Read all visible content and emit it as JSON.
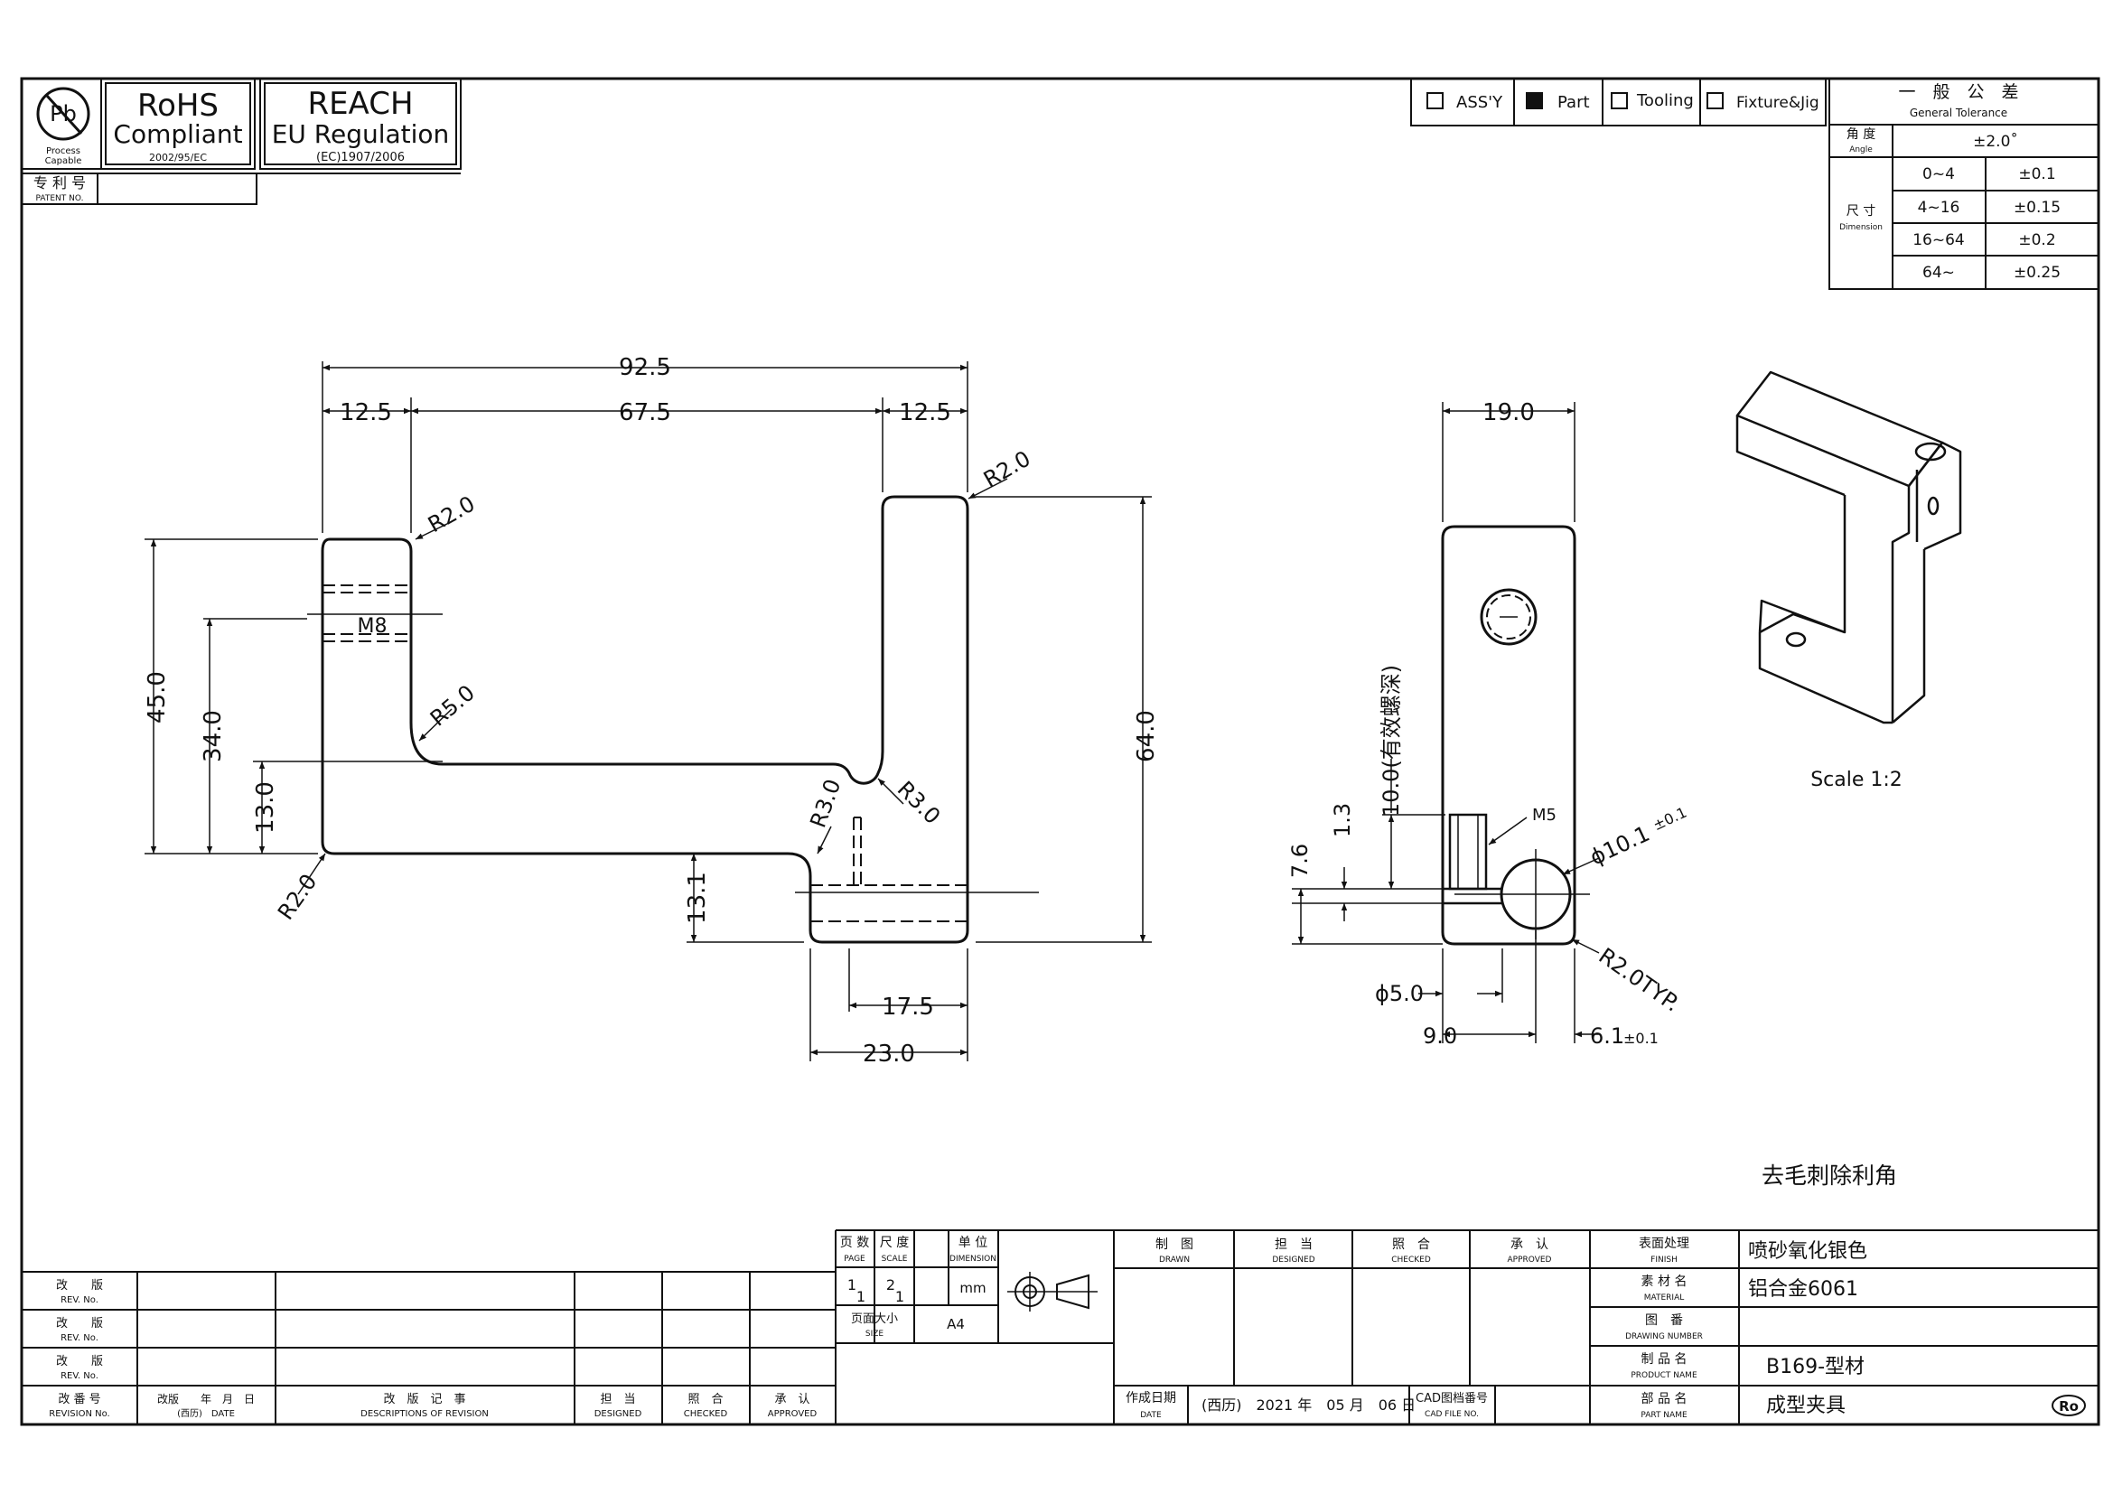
{
  "header": {
    "rohs_title": "RoHS",
    "rohs_sub": "Compliant",
    "rohs_code": "2002/95/EC",
    "reach_title": "REACH",
    "reach_sub": "EU Regulation",
    "reach_code": "(EC)1907/2006",
    "pb_symbol": "Pb",
    "pb_caption1": "Process",
    "pb_caption2": "Capable",
    "patent_cn": "专 利 号",
    "patent_en": "PATENT NO."
  },
  "type_boxes": [
    {
      "label": "ASS'Y",
      "checked": false
    },
    {
      "label": "Part",
      "checked": true
    },
    {
      "label": "Tooling",
      "checked": false
    },
    {
      "label": "Fixture&Jig",
      "checked": false
    }
  ],
  "tolerance": {
    "title_cn": "一　般　公　差",
    "title_en": "General Tolerance",
    "angle_cn": "角 度",
    "angle_en": "Angle",
    "angle_value": "±2.0˚",
    "dim_cn": "尺 寸",
    "dim_en": "Dimension",
    "rows": [
      {
        "range": "0~4",
        "tol": "±0.1"
      },
      {
        "range": "4~16",
        "tol": "±0.15"
      },
      {
        "range": "16~64",
        "tol": "±0.2"
      },
      {
        "range": "64~",
        "tol": "±0.25"
      }
    ]
  },
  "dims_front": {
    "total": "92.5",
    "left": "12.5",
    "middle": "67.5",
    "right": "12.5",
    "r_top_left": "R2.0",
    "r_top_right": "R2.0",
    "thread": "M8",
    "r_inner": "R5.0",
    "r_notch": "R3.0",
    "r_step": "R3.0",
    "r_bottom_left": "R2.0",
    "h45": "45.0",
    "h34": "34.0",
    "h13": "13.0",
    "h64": "64.0",
    "h131": "13.1",
    "w175": "17.5",
    "w23": "23.0"
  },
  "dims_side": {
    "w19": "19.0",
    "depth": "10.0(有效螺深)",
    "h13": "1.3",
    "h76": "7.6",
    "thread": "M5",
    "dia": "ϕ10.1",
    "dia_tol": "±0.1",
    "r_typ": "R2.0TYP.",
    "dia5": "ϕ5.0",
    "w9": "9.0",
    "w61": "6.1",
    "w61_tol": "±0.1"
  },
  "iso": {
    "scale": "Scale 1:2"
  },
  "notes": {
    "deburr": "去毛刺除利角"
  },
  "revision": {
    "rev_cn": "改　　版",
    "rev_en": "REV. No.",
    "hdr_no_cn": "改 番 号",
    "hdr_no_en": "REVISION No.",
    "hdr_date_cn": "改版　　年　月　日",
    "hdr_date_en": "(西历)　DATE",
    "hdr_desc_cn": "改　版　记　事",
    "hdr_desc_en": "DESCRIPTIONS OF REVISION",
    "hdr_designed_cn": "担　当",
    "hdr_designed_en": "DESIGNED",
    "hdr_checked_cn": "照　合",
    "hdr_checked_en": "CHECKED",
    "hdr_approved_cn": "承　认",
    "hdr_approved_en": "APPROVED"
  },
  "titleblock": {
    "page_cn": "页 数",
    "page_en": "PAGE",
    "scale_cn": "尺 度",
    "scale_en": "SCALE",
    "unit_cn": "单 位",
    "unit_en": "DIMENSION",
    "page_num": "1",
    "page_den": "1",
    "scale_num": "2",
    "scale_den": "1",
    "unit_value": "mm",
    "size_cn": "页面大小",
    "size_en": "SIZE",
    "size_value": "A4",
    "drawn_cn": "制　图",
    "drawn_en": "DRAWN",
    "designed_cn": "担　当",
    "designed_en": "DESIGNED",
    "checked_cn": "照　合",
    "checked_en": "CHECKED",
    "approved_cn": "承　认",
    "approved_en": "APPROVED",
    "date_cn": "作成日期",
    "date_en": "DATE",
    "date_value": "(西历)　2021 年　05 月　06 日",
    "cad_cn": "CAD图档番号",
    "cad_en": "CAD FILE NO.",
    "finish_cn": "表面处理",
    "finish_en": "FINISH",
    "finish_value": "喷砂氧化银色",
    "material_cn": "素 材 名",
    "material_en": "MATERIAL",
    "material_value": "铝合金6061",
    "drawing_cn": "图　番",
    "drawing_en": "DRAWING NUMBER",
    "drawing_value": "",
    "product_cn": "制 品 名",
    "product_en": "PRODUCT NAME",
    "product_value": "B169-型材",
    "part_cn": "部 品 名",
    "part_en": "PART NAME",
    "part_value": "成型夹具",
    "ro_mark": "Ro"
  },
  "colors": {
    "ink": "#111111",
    "paper": "#ffffff"
  }
}
